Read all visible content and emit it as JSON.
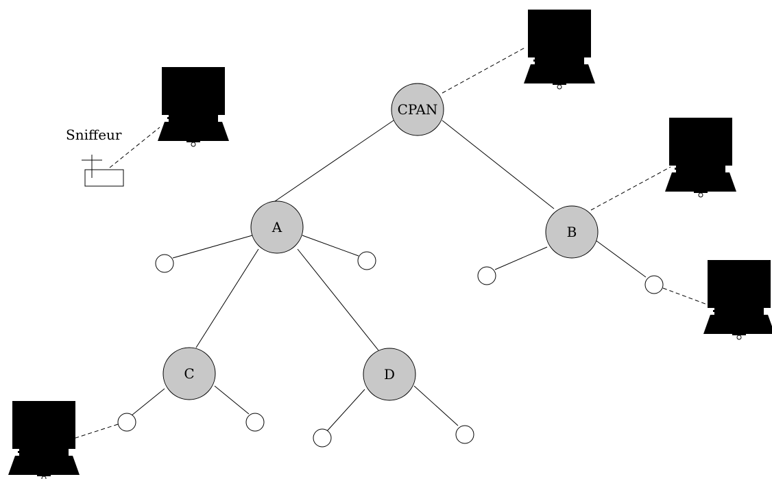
{
  "nodes": {
    "cpan": "CPAN",
    "a": "A",
    "b": "B",
    "c": "C",
    "d": "D"
  },
  "sniffer_label": "Sniffeur",
  "icons": [
    "laptop-icon",
    "sniffer-probe-icon"
  ],
  "colors": {
    "node_fill": "#c8c8c8",
    "leaf_fill": "#ffffff",
    "stroke": "#000000"
  }
}
